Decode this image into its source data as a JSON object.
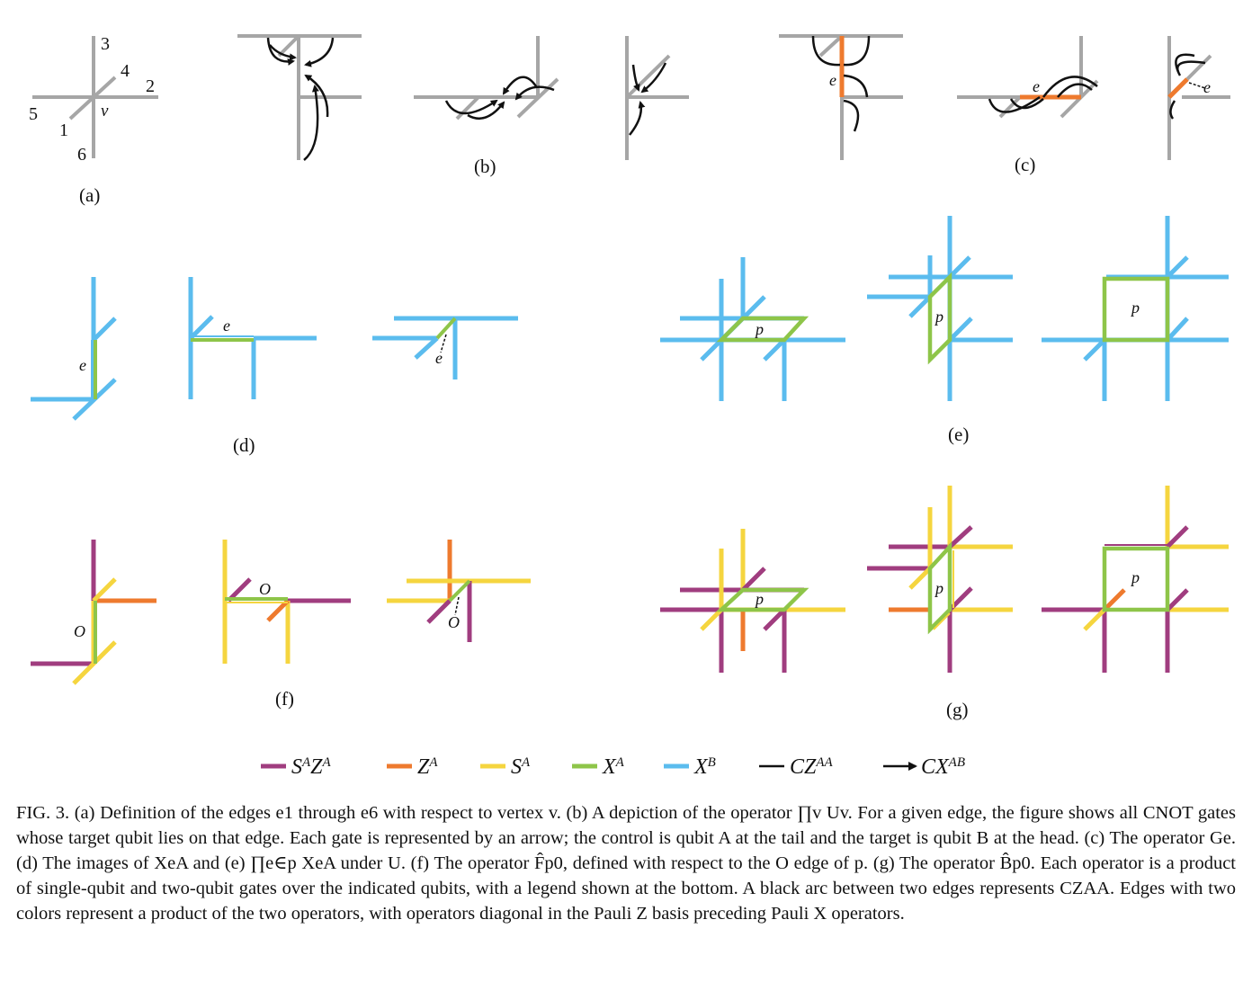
{
  "colors": {
    "gray": "#a6a6a6",
    "purple": "#a03d7f",
    "orange": "#ee7a2e",
    "yellow": "#f5d53f",
    "green": "#8ec549",
    "blue": "#5bbcee",
    "black": "#111111"
  },
  "panel_labels": {
    "a": "(a)",
    "b": "(b)",
    "c": "(c)",
    "d": "(d)",
    "e": "(e)",
    "f": "(f)",
    "g": "(g)"
  },
  "edge_numbers": [
    "1",
    "2",
    "3",
    "4",
    "5",
    "6"
  ],
  "symbols": {
    "vertex": "v",
    "edge": "e",
    "plaquette": "p",
    "origin_edge": "O"
  },
  "legend": [
    {
      "text": "S^A Z^A",
      "color_key": "purple"
    },
    {
      "text": "Z^A",
      "color_key": "orange"
    },
    {
      "text": "S^A",
      "color_key": "yellow"
    },
    {
      "text": "X^A",
      "color_key": "green"
    },
    {
      "text": "X^B",
      "color_key": "blue"
    },
    {
      "text": "CZ^AA",
      "color_key": "black",
      "marker": "line"
    },
    {
      "text": "CX^AB",
      "color_key": "black",
      "marker": "arrow"
    }
  ],
  "caption": "FIG. 3. (a) Definition of the edges e1 through e6 with respect to vertex v. (b) A depiction of the operator ∏v Uv. For a given edge, the figure shows all CNOT gates whose target qubit lies on that edge. Each gate is represented by an arrow; the control is qubit A at the tail and the target is qubit B at the head. (c) The operator Ge. (d) The images of XeA and (e) ∏e∈p XeA under U. (f) The operator F̂p0, defined with respect to the O edge of p. (g) The operator B̂p0. Each operator is a product of single-qubit and two-qubit gates over the indicated qubits, with a legend shown at the bottom. A black arc between two edges represents CZAA. Edges with two colors represent a product of the two operators, with operators diagonal in the Pauli Z basis preceding Pauli X operators."
}
